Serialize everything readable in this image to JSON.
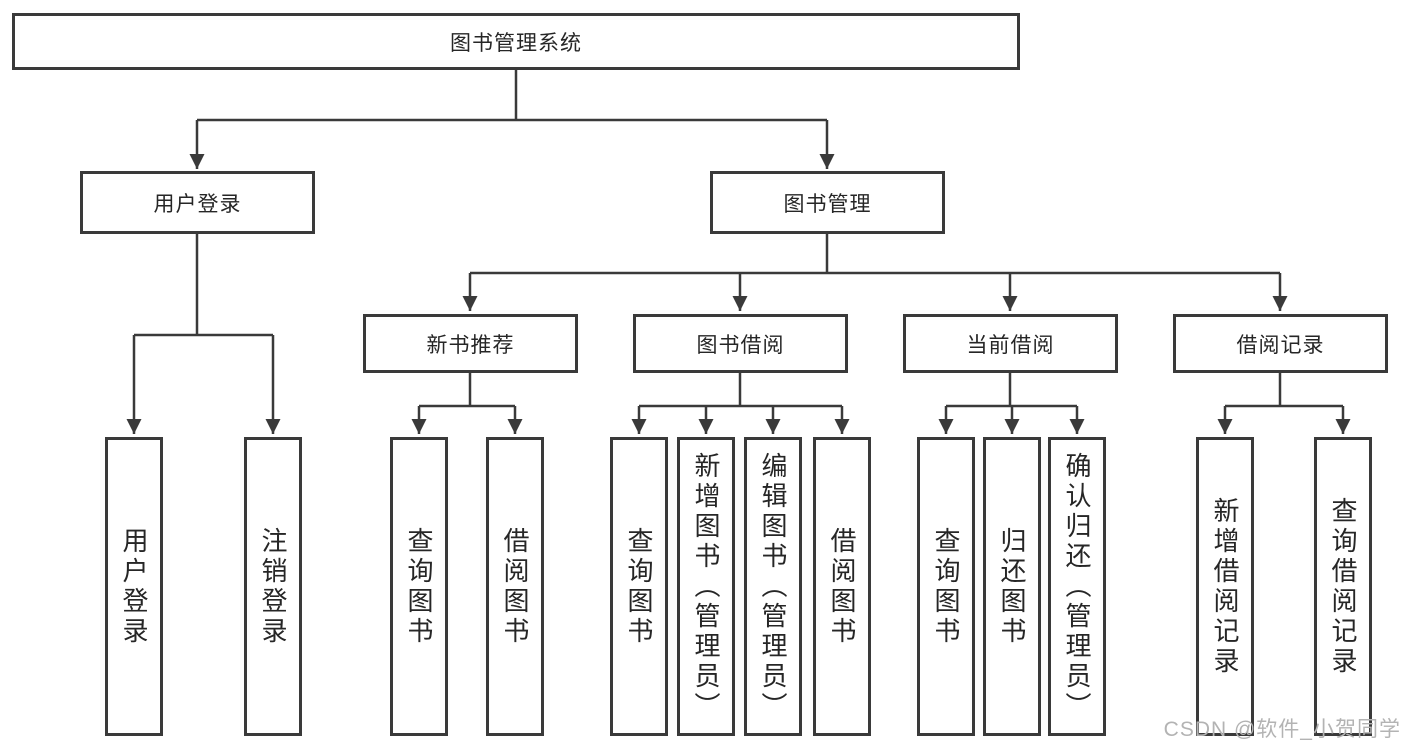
{
  "tree": {
    "root": {
      "label": "图书管理系统"
    },
    "level2": [
      {
        "label": "用户登录"
      },
      {
        "label": "图书管理"
      }
    ],
    "level3": [
      {
        "label": "新书推荐"
      },
      {
        "label": "图书借阅"
      },
      {
        "label": "当前借阅"
      },
      {
        "label": "借阅记录"
      }
    ],
    "leaves": {
      "user_login": [
        {
          "label": "用户登录"
        },
        {
          "label": "注销登录"
        }
      ],
      "new_book_recommend": [
        {
          "label": "查询图书"
        },
        {
          "label": "借阅图书"
        }
      ],
      "book_borrow": [
        {
          "label": "查询图书"
        },
        {
          "label": "新增图书（管理员）"
        },
        {
          "label": "编辑图书（管理员）"
        },
        {
          "label": "借阅图书"
        }
      ],
      "current_borrow": [
        {
          "label": "查询图书"
        },
        {
          "label": "归还图书"
        },
        {
          "label": "确认归还（管理员）"
        }
      ],
      "borrow_records": [
        {
          "label": "新增借阅记录"
        },
        {
          "label": "查询借阅记录"
        }
      ]
    }
  },
  "watermark": {
    "text": "CSDN @软件_小贺同学"
  },
  "colors": {
    "line": "#3a3a3a",
    "text": "#262626",
    "watermark": "#b3b3b3",
    "background": "#ffffff"
  }
}
